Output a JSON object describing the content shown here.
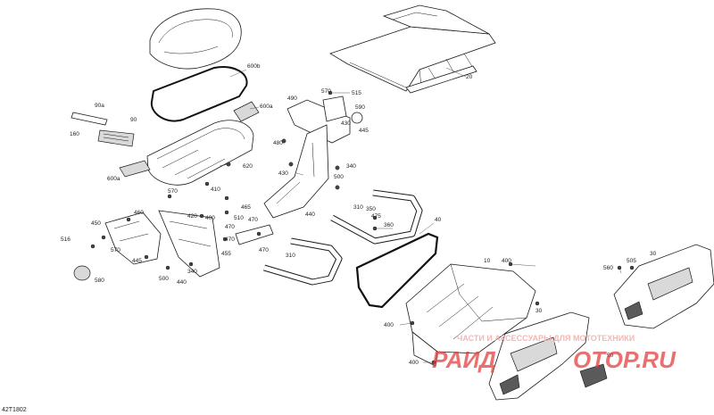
{
  "diagram": {
    "code": "42T1802",
    "labels": [
      {
        "id": "600b",
        "text": "600b"
      },
      {
        "id": "600a-top",
        "text": "600a"
      },
      {
        "id": "600a-bot",
        "text": "600a"
      },
      {
        "id": "20",
        "text": "20"
      },
      {
        "id": "90a",
        "text": "90a"
      },
      {
        "id": "90",
        "text": "90"
      },
      {
        "id": "160",
        "text": "160"
      },
      {
        "id": "620",
        "text": "620"
      },
      {
        "id": "490",
        "text": "490"
      },
      {
        "id": "570-top",
        "text": "570"
      },
      {
        "id": "515",
        "text": "515"
      },
      {
        "id": "590",
        "text": "590"
      },
      {
        "id": "430-top",
        "text": "430"
      },
      {
        "id": "445-top",
        "text": "445"
      },
      {
        "id": "480",
        "text": "480"
      },
      {
        "id": "340-a",
        "text": "340"
      },
      {
        "id": "500-a",
        "text": "500"
      },
      {
        "id": "430-mid",
        "text": "430"
      },
      {
        "id": "410",
        "text": "410"
      },
      {
        "id": "570-mid",
        "text": "570"
      },
      {
        "id": "440-a",
        "text": "440"
      },
      {
        "id": "465",
        "text": "465"
      },
      {
        "id": "510",
        "text": "510"
      },
      {
        "id": "470-a",
        "text": "470"
      },
      {
        "id": "310-a",
        "text": "310"
      },
      {
        "id": "350",
        "text": "350"
      },
      {
        "id": "475",
        "text": "475"
      },
      {
        "id": "360",
        "text": "360"
      },
      {
        "id": "40",
        "text": "40"
      },
      {
        "id": "460",
        "text": "460"
      },
      {
        "id": "450",
        "text": "450"
      },
      {
        "id": "420",
        "text": "420"
      },
      {
        "id": "400-a",
        "text": "400"
      },
      {
        "id": "470-b",
        "text": "470"
      },
      {
        "id": "470-c",
        "text": "470"
      },
      {
        "id": "470-d",
        "text": "470"
      },
      {
        "id": "455",
        "text": "455"
      },
      {
        "id": "580",
        "text": "580"
      },
      {
        "id": "516",
        "text": "516"
      },
      {
        "id": "570-low",
        "text": "570"
      },
      {
        "id": "445-low",
        "text": "445"
      },
      {
        "id": "500-low",
        "text": "500"
      },
      {
        "id": "440-low",
        "text": "440"
      },
      {
        "id": "340-low",
        "text": "340"
      },
      {
        "id": "310-b",
        "text": "310"
      },
      {
        "id": "10",
        "text": "10"
      },
      {
        "id": "400-b",
        "text": "400"
      },
      {
        "id": "400-c",
        "text": "400"
      },
      {
        "id": "400-d",
        "text": "400"
      },
      {
        "id": "30-a",
        "text": "30"
      },
      {
        "id": "30-b",
        "text": "30"
      },
      {
        "id": "560",
        "text": "560"
      },
      {
        "id": "505",
        "text": "505"
      },
      {
        "id": "50",
        "text": "50"
      }
    ]
  },
  "watermark": {
    "tagline": "ЧАСТИ И АКСЕССУАРЫ ДЛЯ МОТОТЕХНИКИ",
    "brand_left": "РАИД",
    "brand_right": "ОТОР.RU"
  }
}
